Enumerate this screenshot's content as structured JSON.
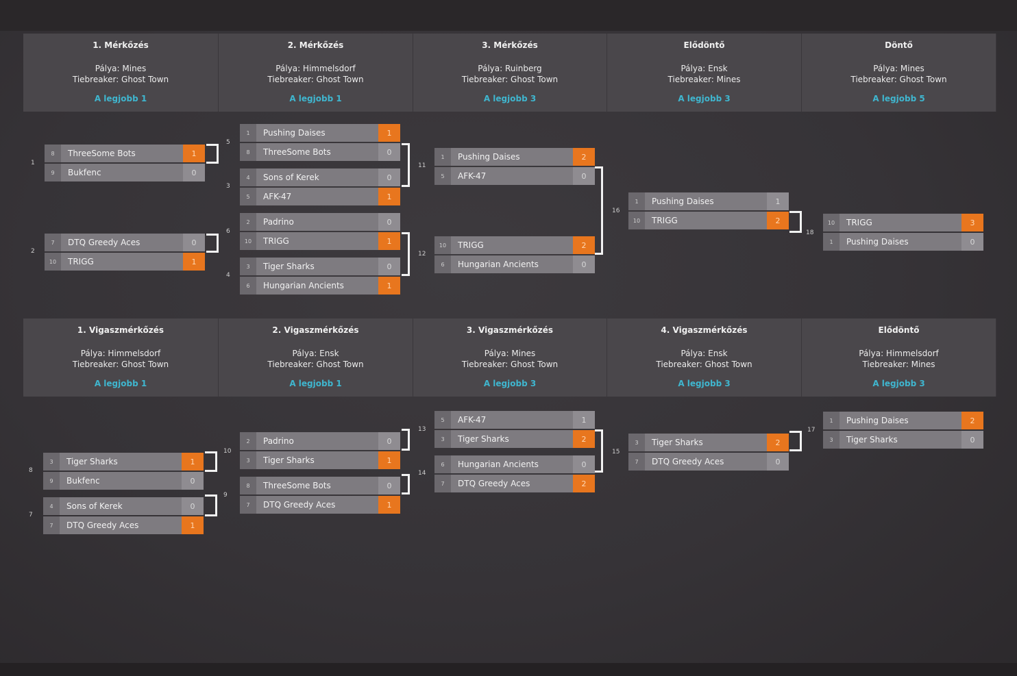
{
  "winners": {
    "headers": [
      {
        "title": "1. Mérkőzés",
        "map": "Pálya: Mines",
        "tie": "Tiebreaker: Ghost Town",
        "bo": "A legjobb 1"
      },
      {
        "title": "2. Mérkőzés",
        "map": "Pálya: Himmelsdorf",
        "tie": "Tiebreaker: Ghost Town",
        "bo": "A legjobb 1"
      },
      {
        "title": "3. Mérkőzés",
        "map": "Pálya: Ruinberg",
        "tie": "Tiebreaker: Ghost Town",
        "bo": "A legjobb 3"
      },
      {
        "title": "Elődöntő",
        "map": "Pálya: Ensk",
        "tie": "Tiebreaker: Mines",
        "bo": "A legjobb 3"
      },
      {
        "title": "Döntő",
        "map": "Pálya: Mines",
        "tie": "Tiebreaker: Ghost Town",
        "bo": "A legjobb 5"
      }
    ],
    "matches": [
      {
        "id": "1",
        "teams": [
          {
            "seed": "8",
            "name": "ThreeSome Bots",
            "score": "1",
            "win": true
          },
          {
            "seed": "9",
            "name": "Bukfenc",
            "score": "0",
            "win": false
          }
        ]
      },
      {
        "id": "2",
        "teams": [
          {
            "seed": "7",
            "name": "DTQ Greedy Aces",
            "score": "0",
            "win": false
          },
          {
            "seed": "10",
            "name": "TRIGG",
            "score": "1",
            "win": true
          }
        ]
      },
      {
        "id": "5",
        "teams": [
          {
            "seed": "1",
            "name": "Pushing Daises",
            "score": "1",
            "win": true
          },
          {
            "seed": "8",
            "name": "ThreeSome Bots",
            "score": "0",
            "win": false
          }
        ]
      },
      {
        "id": "3",
        "teams": [
          {
            "seed": "4",
            "name": "Sons of Kerek",
            "score": "0",
            "win": false
          },
          {
            "seed": "5",
            "name": "AFK-47",
            "score": "1",
            "win": true
          }
        ]
      },
      {
        "id": "6",
        "teams": [
          {
            "seed": "2",
            "name": "Padrino",
            "score": "0",
            "win": false
          },
          {
            "seed": "10",
            "name": "TRIGG",
            "score": "1",
            "win": true
          }
        ]
      },
      {
        "id": "4",
        "teams": [
          {
            "seed": "3",
            "name": "Tiger Sharks",
            "score": "0",
            "win": false
          },
          {
            "seed": "6",
            "name": "Hungarian Ancients",
            "score": "1",
            "win": true
          }
        ]
      },
      {
        "id": "11",
        "teams": [
          {
            "seed": "1",
            "name": "Pushing Daises",
            "score": "2",
            "win": true
          },
          {
            "seed": "5",
            "name": "AFK-47",
            "score": "0",
            "win": false
          }
        ]
      },
      {
        "id": "12",
        "teams": [
          {
            "seed": "10",
            "name": "TRIGG",
            "score": "2",
            "win": true
          },
          {
            "seed": "6",
            "name": "Hungarian Ancients",
            "score": "0",
            "win": false
          }
        ]
      },
      {
        "id": "16",
        "teams": [
          {
            "seed": "1",
            "name": "Pushing Daises",
            "score": "1",
            "win": false
          },
          {
            "seed": "10",
            "name": "TRIGG",
            "score": "2",
            "win": true
          }
        ]
      },
      {
        "id": "18",
        "teams": [
          {
            "seed": "10",
            "name": "TRIGG",
            "score": "3",
            "win": true
          },
          {
            "seed": "1",
            "name": "Pushing Daises",
            "score": "0",
            "win": false
          }
        ]
      }
    ]
  },
  "losers": {
    "headers": [
      {
        "title": "1. Vigaszmérkőzés",
        "map": "Pálya: Himmelsdorf",
        "tie": "Tiebreaker: Ghost Town",
        "bo": "A legjobb 1"
      },
      {
        "title": "2. Vigaszmérkőzés",
        "map": "Pálya: Ensk",
        "tie": "Tiebreaker: Ghost Town",
        "bo": "A legjobb 1"
      },
      {
        "title": "3. Vigaszmérkőzés",
        "map": "Pálya: Mines",
        "tie": "Tiebreaker: Ghost Town",
        "bo": "A legjobb 3"
      },
      {
        "title": "4. Vigaszmérkőzés",
        "map": "Pálya: Ensk",
        "tie": "Tiebreaker: Ghost Town",
        "bo": "A legjobb 3"
      },
      {
        "title": "Elődöntő",
        "map": "Pálya: Himmelsdorf",
        "tie": "Tiebreaker: Mines",
        "bo": "A legjobb 3"
      }
    ],
    "matches": [
      {
        "id": "8",
        "teams": [
          {
            "seed": "3",
            "name": "Tiger Sharks",
            "score": "1",
            "win": true
          },
          {
            "seed": "9",
            "name": "Bukfenc",
            "score": "0",
            "win": false
          }
        ]
      },
      {
        "id": "7",
        "teams": [
          {
            "seed": "4",
            "name": "Sons of Kerek",
            "score": "0",
            "win": false
          },
          {
            "seed": "7",
            "name": "DTQ Greedy Aces",
            "score": "1",
            "win": true
          }
        ]
      },
      {
        "id": "10",
        "teams": [
          {
            "seed": "2",
            "name": "Padrino",
            "score": "0",
            "win": false
          },
          {
            "seed": "3",
            "name": "Tiger Sharks",
            "score": "1",
            "win": true
          }
        ]
      },
      {
        "id": "9",
        "teams": [
          {
            "seed": "8",
            "name": "ThreeSome Bots",
            "score": "0",
            "win": false
          },
          {
            "seed": "7",
            "name": "DTQ Greedy Aces",
            "score": "1",
            "win": true
          }
        ]
      },
      {
        "id": "13",
        "teams": [
          {
            "seed": "5",
            "name": "AFK-47",
            "score": "1",
            "win": false
          },
          {
            "seed": "3",
            "name": "Tiger Sharks",
            "score": "2",
            "win": true
          }
        ]
      },
      {
        "id": "14",
        "teams": [
          {
            "seed": "6",
            "name": "Hungarian Ancients",
            "score": "0",
            "win": false
          },
          {
            "seed": "7",
            "name": "DTQ Greedy Aces",
            "score": "2",
            "win": true
          }
        ]
      },
      {
        "id": "15",
        "teams": [
          {
            "seed": "3",
            "name": "Tiger Sharks",
            "score": "2",
            "win": true
          },
          {
            "seed": "7",
            "name": "DTQ Greedy Aces",
            "score": "0",
            "win": false
          }
        ]
      },
      {
        "id": "17",
        "teams": [
          {
            "seed": "1",
            "name": "Pushing Daises",
            "score": "2",
            "win": true
          },
          {
            "seed": "3",
            "name": "Tiger Sharks",
            "score": "0",
            "win": false
          }
        ]
      }
    ]
  }
}
